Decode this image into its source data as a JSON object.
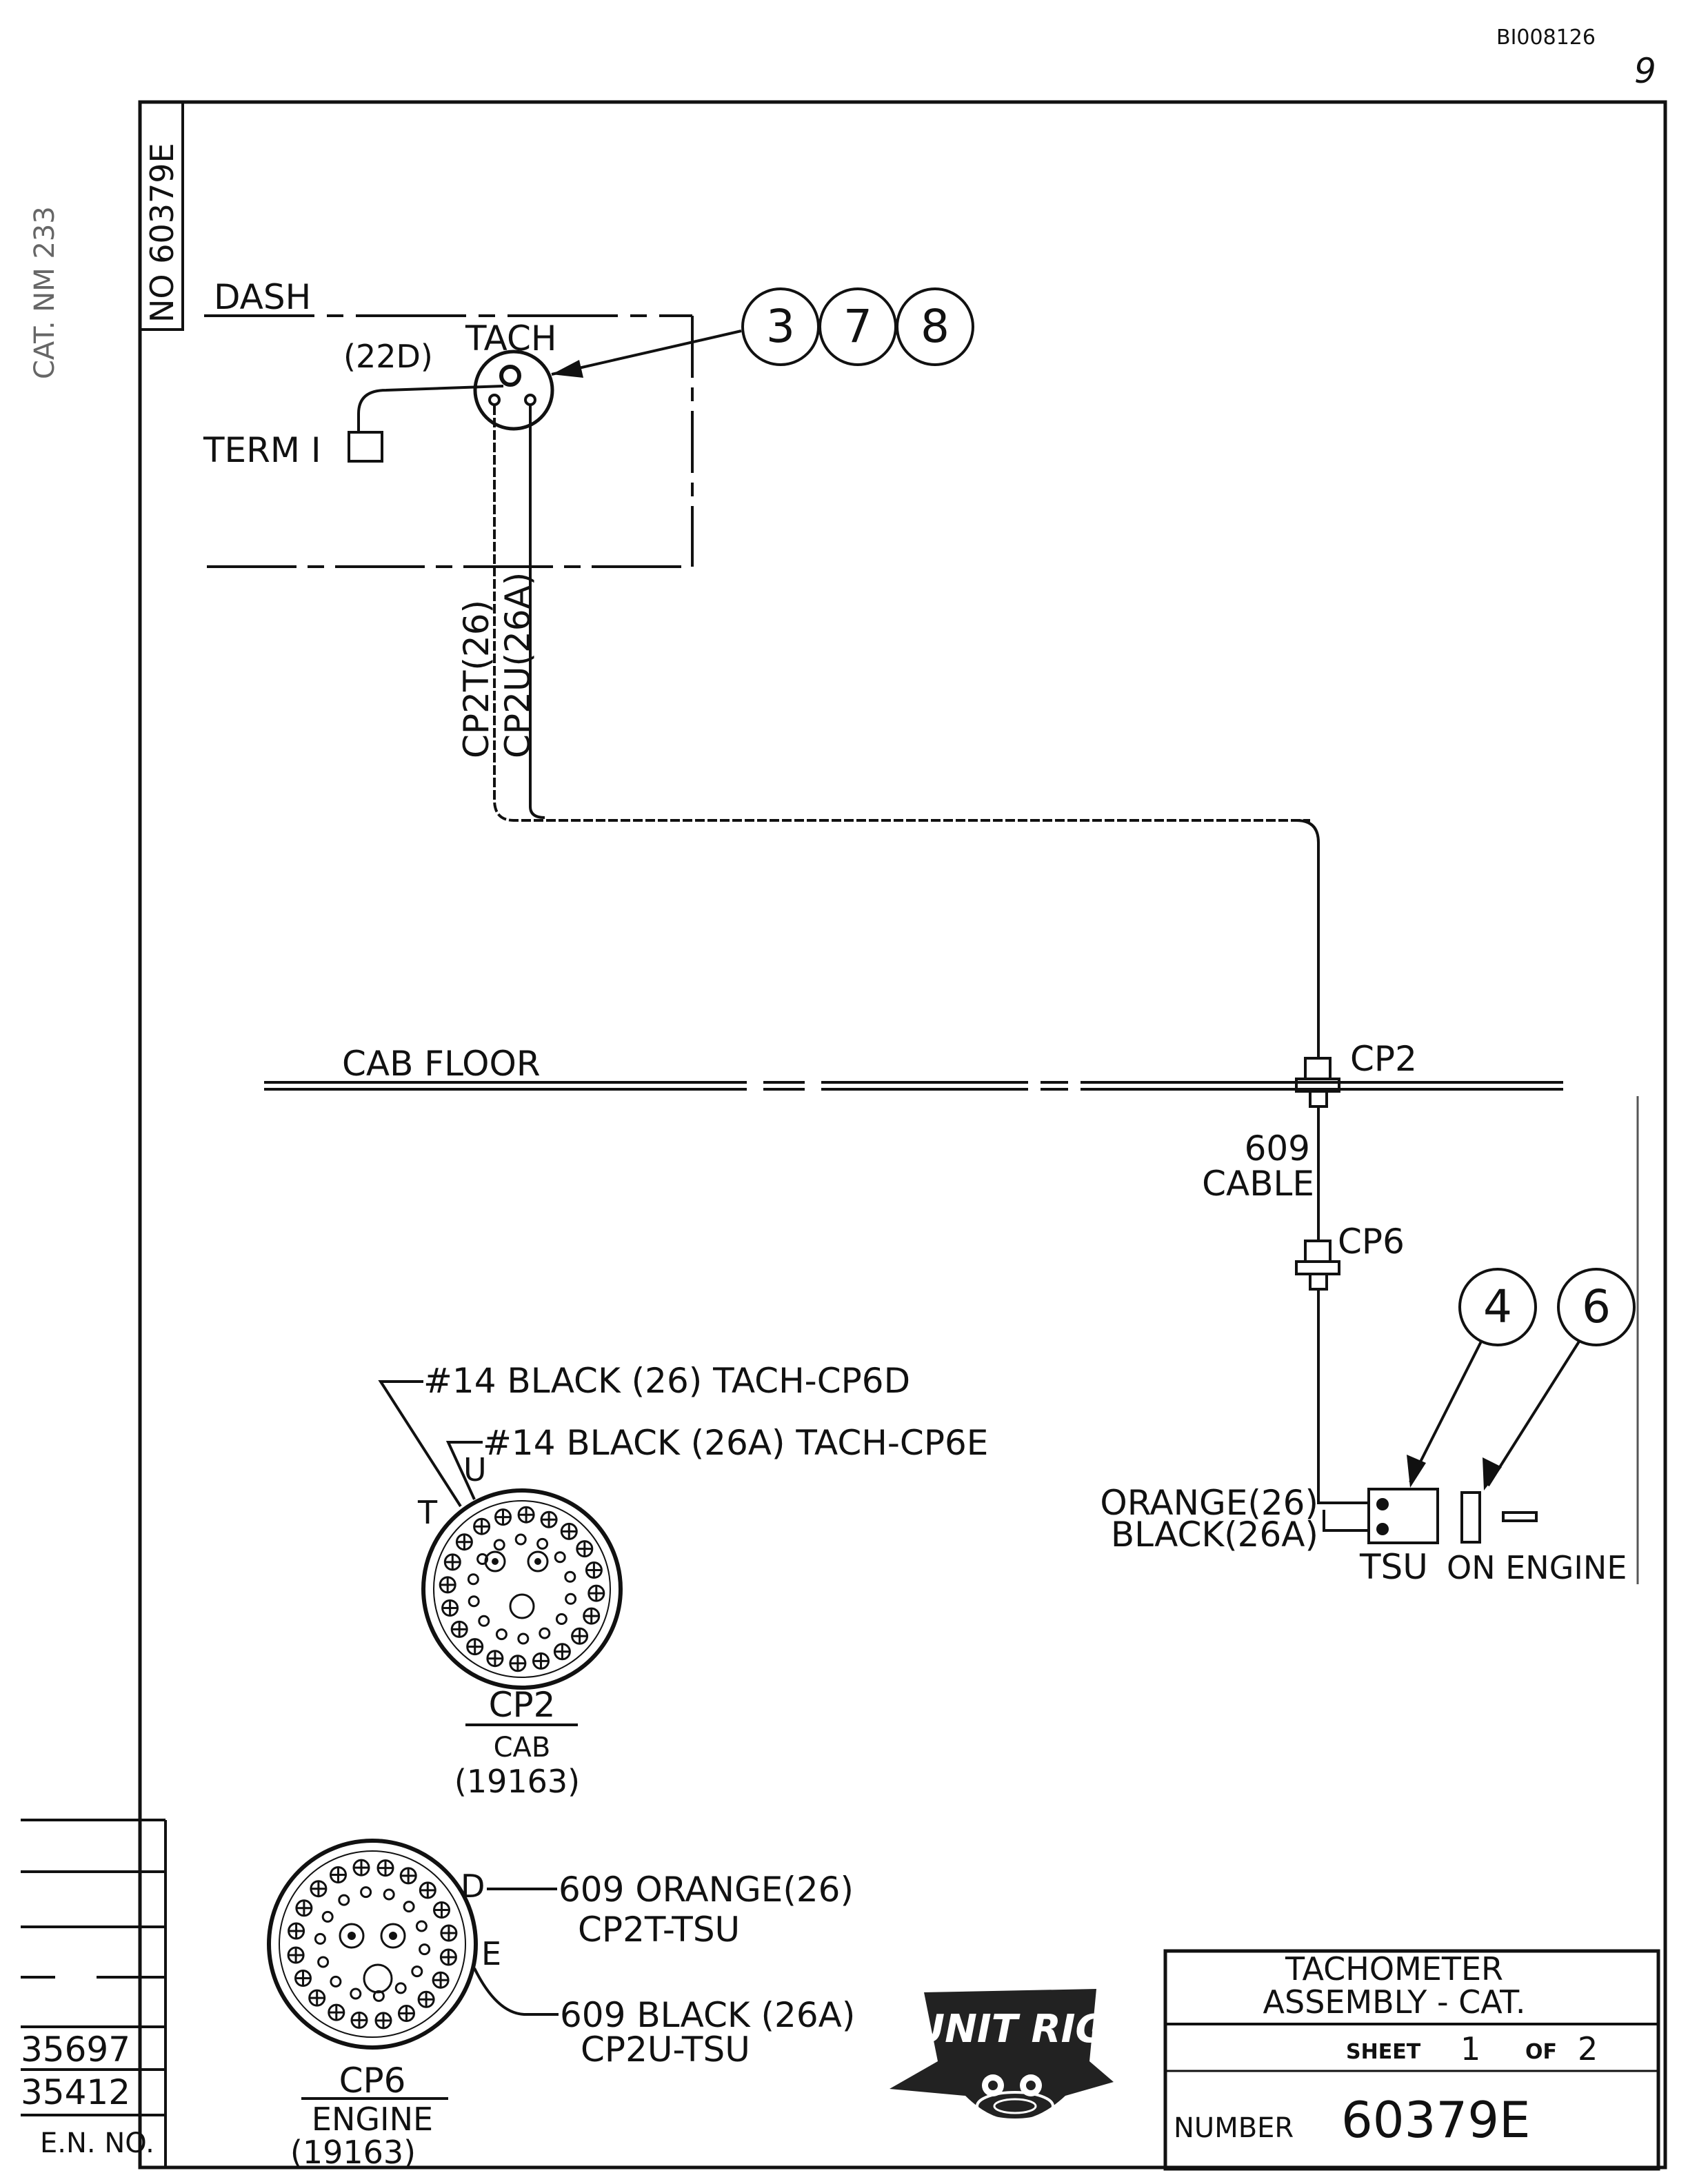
{
  "header": {
    "doc_id": "BI008126",
    "page_mark": "9"
  },
  "margin": {
    "catalog_note": "CAT. NM 233",
    "vertical_number": "NO 60379E"
  },
  "dash": {
    "label": "DASH",
    "tach_label": "TACH",
    "wire_22d": "(22D)",
    "term_label": "TERM I"
  },
  "callouts_top": [
    "3",
    "7",
    "8"
  ],
  "callouts_right": [
    "4",
    "6"
  ],
  "cable_labels": {
    "cp2t": "CP2T(26)",
    "cp2u": "CP2U(26A)"
  },
  "cab_floor": {
    "label": "CAB FLOOR",
    "cp2": "CP2",
    "cable_609_line1": "609",
    "cable_609_line2": "CABLE",
    "cp6": "CP6"
  },
  "tsu": {
    "orange": "ORANGE(26)",
    "black": "BLACK(26A)",
    "tsu_label": "TSU",
    "on_engine": "ON ENGINE"
  },
  "cp2_connector": {
    "wire_t": "#14 BLACK (26) TACH-CP6D",
    "wire_u": "#14 BLACK (26A) TACH-CP6E",
    "pin_t": "T",
    "pin_u": "U",
    "name": "CP2",
    "location": "CAB",
    "part": "(19163)"
  },
  "cp6_connector": {
    "pin_d": "D",
    "pin_e": "E",
    "orange_line1": "609 ORANGE(26)",
    "orange_line2": "CP2T-TSU",
    "black_line1": "609 BLACK (26A)",
    "black_line2": "CP2U-TSU",
    "name": "CP6",
    "location": "ENGINE",
    "part": "(19163)"
  },
  "revisions": {
    "en_1": "35697",
    "en_2": "35412",
    "en_label": "E.N. NO."
  },
  "logo": {
    "text": "UNIT RIG"
  },
  "title_block": {
    "title_line1": "TACHOMETER",
    "title_line2": "ASSEMBLY - CAT.",
    "sheet_label": "SHEET",
    "sheet_num": "1",
    "of_label": "OF",
    "sheet_total": "2",
    "number_label": "NUMBER",
    "number": "60379E"
  }
}
